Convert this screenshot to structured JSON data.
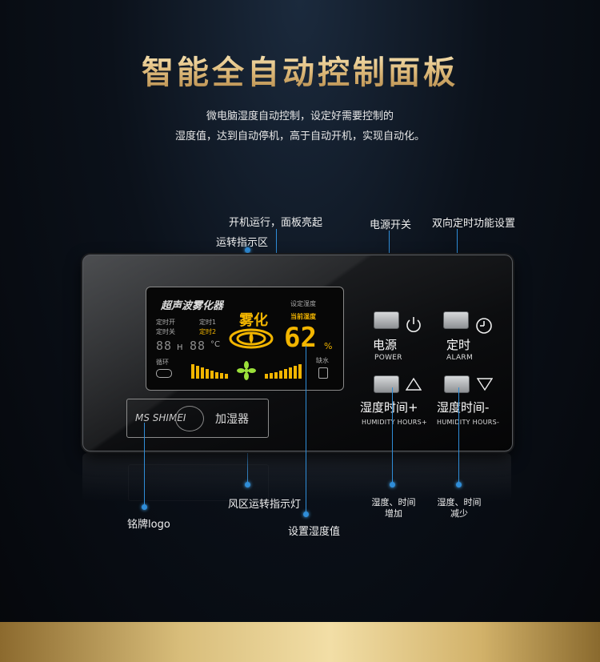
{
  "header": {
    "title": "智能全自动控制面板",
    "subtitle_line1": "微电脑湿度自动控制，设定好需要控制的",
    "subtitle_line2": "湿度值，达到自动停机，高于自动开机，实现自动化。"
  },
  "callouts": {
    "display_on": "开机运行，面板亮起",
    "run_zone": "运转指示区",
    "power_switch": "电源开关",
    "timer_setting": "双向定时功能设置",
    "nameplate_logo": "铭牌logo",
    "fan_indicator": "风区运转指示灯",
    "set_humidity": "设置湿度值",
    "humidity_time_up_line1": "湿度、时间",
    "humidity_time_up_line2": "增加",
    "humidity_time_down_line1": "湿度、时间",
    "humidity_time_down_line2": "减少"
  },
  "lcd": {
    "title": "超声波雾化器",
    "timer_on": "定时开",
    "timer_off": "定时关",
    "timer1": "定时1",
    "timer2": "定时2",
    "seg_hours": "88",
    "unit_h": "H",
    "seg_temp": "88",
    "unit_c": "°C",
    "cycle": "循环",
    "mist": "雾化",
    "set_humidity": "设定湿度",
    "current_humidity": "当前湿度",
    "humidity_value": "62",
    "percent": "%",
    "water_shortage": "缺水"
  },
  "logo": {
    "brand": "MS SHIMEI",
    "product": "加湿器"
  },
  "buttons": {
    "power": {
      "label": "电源",
      "sub": "POWER"
    },
    "timer": {
      "label": "定时",
      "sub": "ALARM"
    },
    "humidity_up": {
      "label": "湿度时间+",
      "sub": "HUMIDITY HOURS+"
    },
    "humidity_down": {
      "label": "湿度时间-",
      "sub": "HUMIDITY HOURS-"
    }
  },
  "icons": {
    "power": "power-icon",
    "clock": "clock-icon",
    "up": "triangle-up-icon",
    "down": "triangle-down-icon",
    "fan": "fan-icon",
    "mist": "mist-icon",
    "water": "water-tank-icon",
    "cycle": "cycle-icon"
  },
  "colors": {
    "title_gold": "#e3c48d",
    "lcd_yellow": "#f2b500",
    "fan_green": "#9be03a",
    "callout_line": "#2f8dd8"
  }
}
